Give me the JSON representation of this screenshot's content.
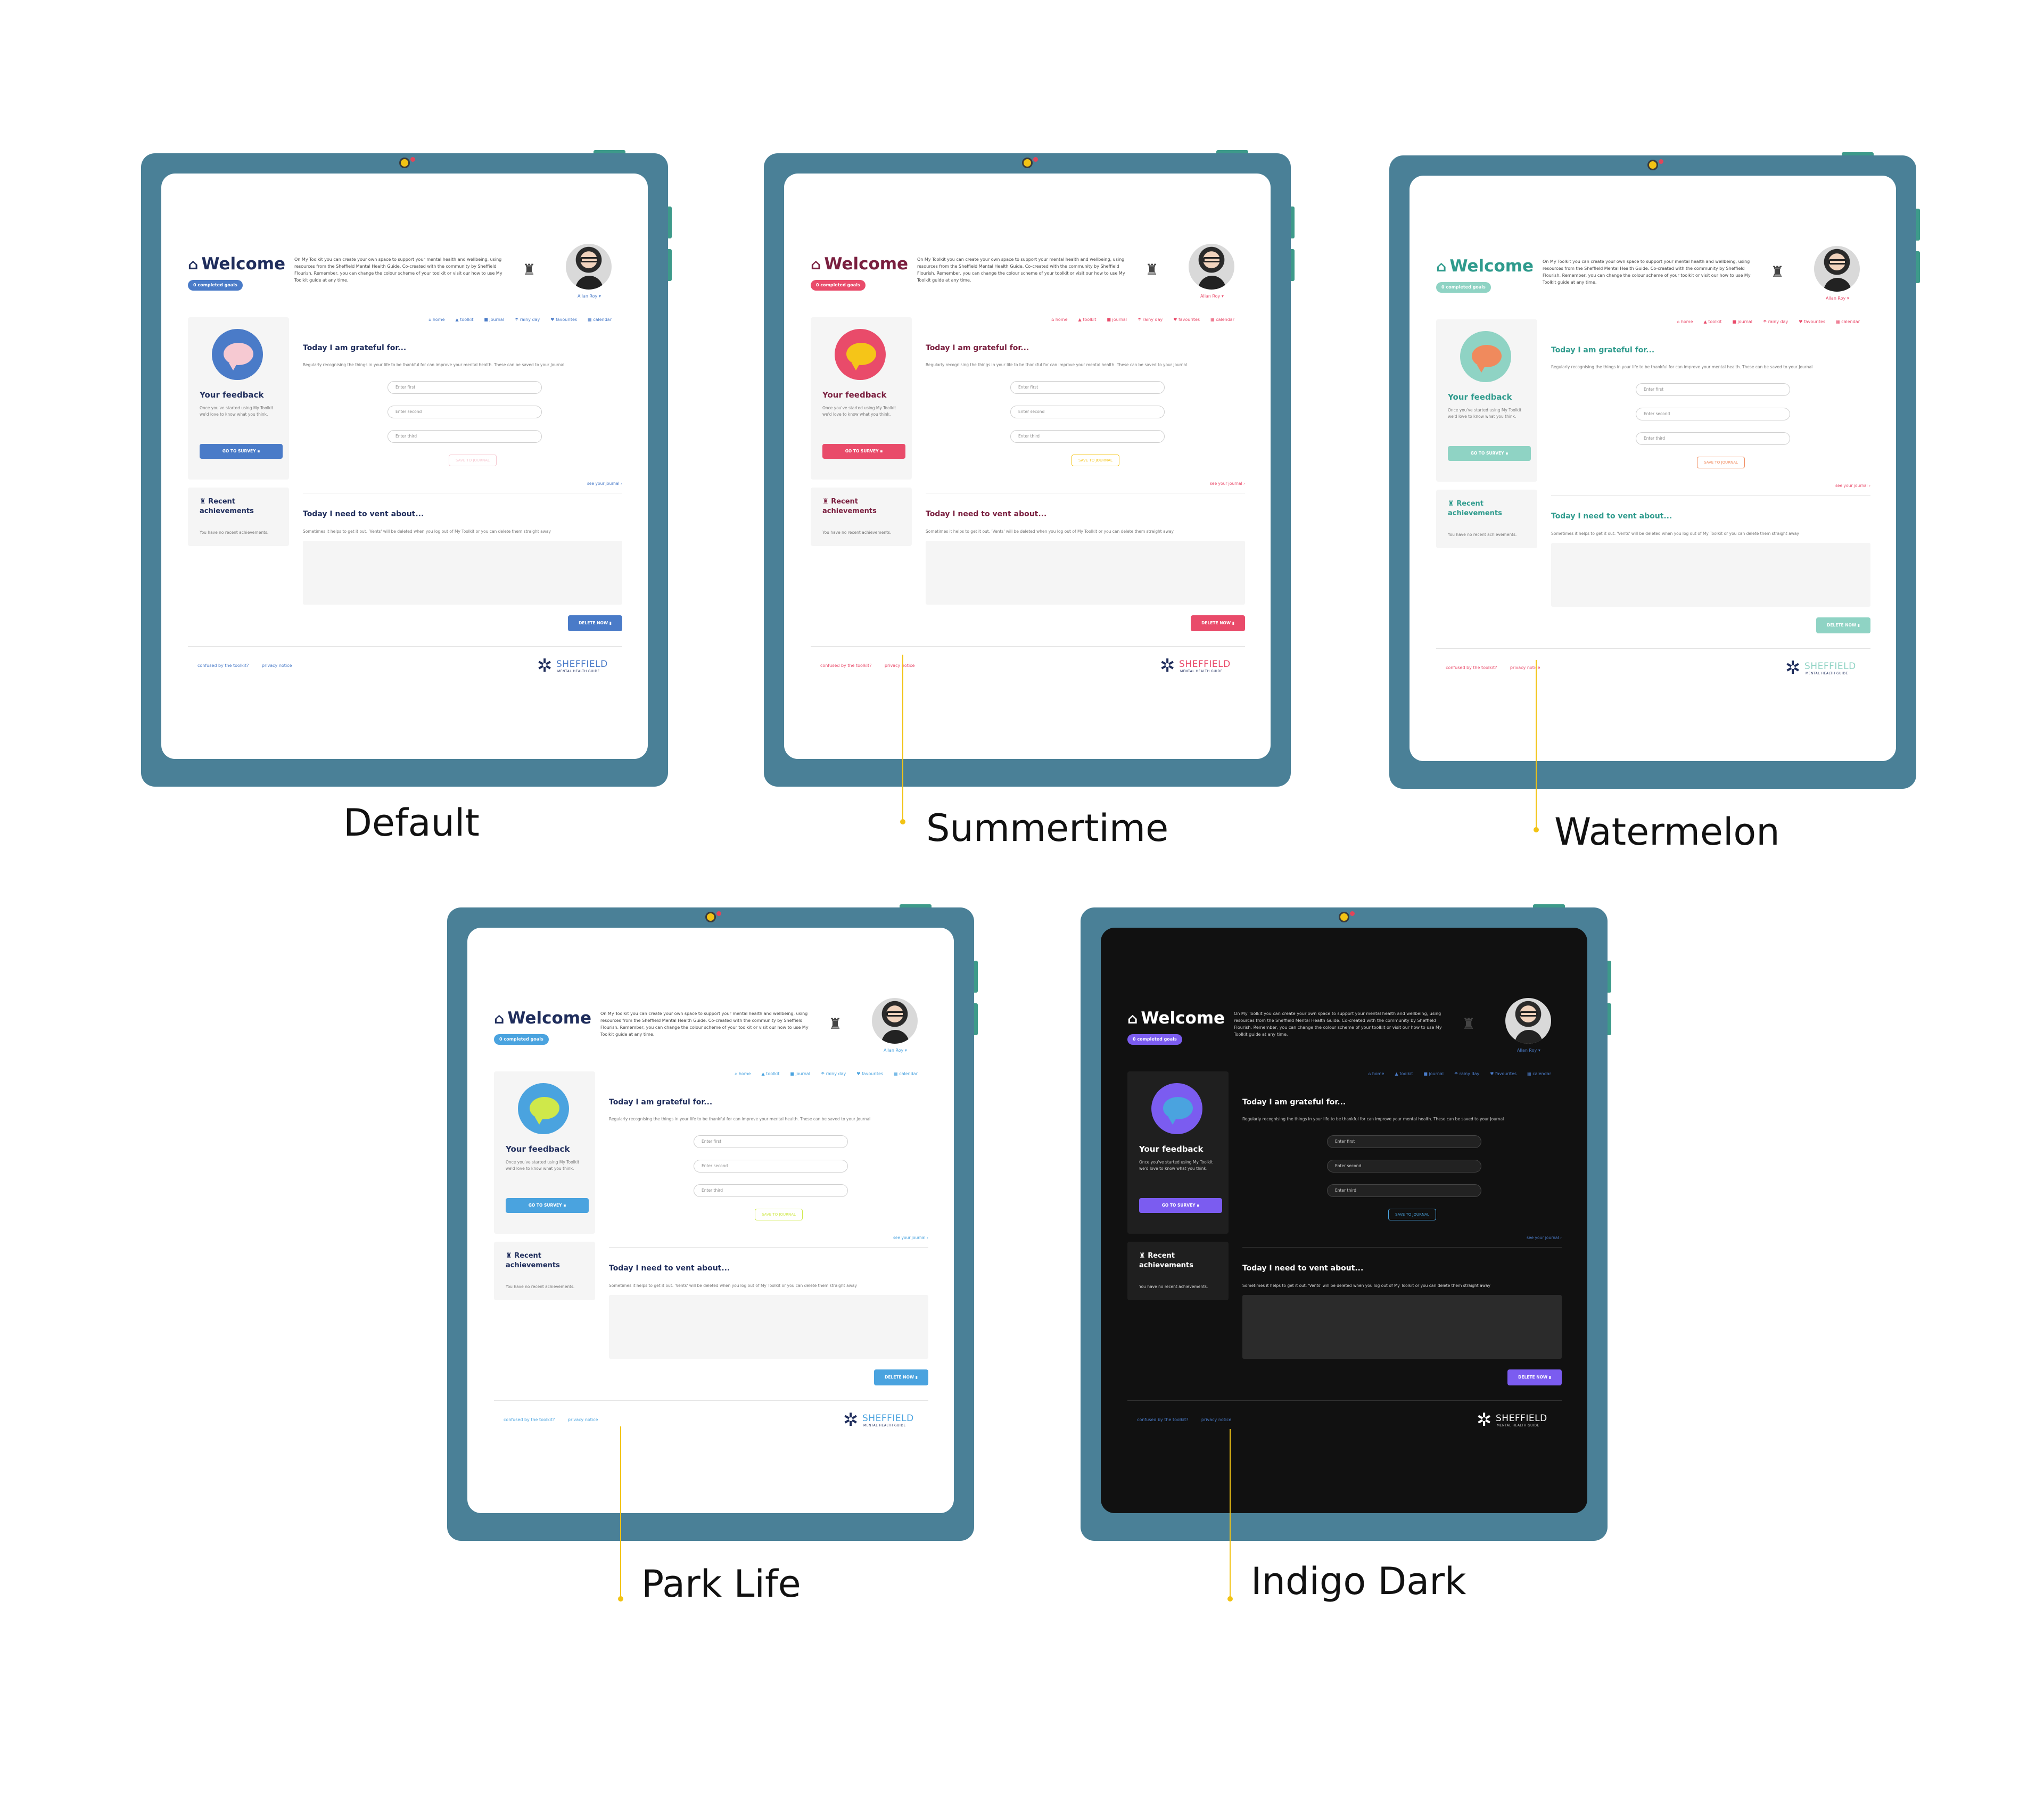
{
  "common": {
    "welcome": "Welcome",
    "goals_badge": "0 completed goals",
    "intro": "On My Toolkit you can create your own space to support your mental health and wellbeing, using resources from the Sheffield Mental Health Guide. Co-created with the community by Sheffield Flourish. Remember, you can change the colour scheme of your toolkit or visit our how to use My Toolkit guide at any time.",
    "user_name": "Allan Roy",
    "nav": [
      "home",
      "toolkit",
      "journal",
      "rainy day",
      "favourites",
      "calendar"
    ],
    "feedback_title": "Your feedback",
    "feedback_text": "Once you've started using My Toolkit we'd love to know what you think.",
    "survey_button": "GO TO SURVEY",
    "achievements_title_1": "Recent",
    "achievements_title_2": "achievements",
    "achievements_text": "You have no recent achievements.",
    "grateful_title": "Today I am grateful for...",
    "grateful_text": "Regularly recognising the things in your life to be thankful for can improve your mental health. These can be saved to your Journal",
    "input_first": "Enter first",
    "input_second": "Enter second",
    "input_third": "Enter third",
    "save_button": "SAVE TO JOURNAL",
    "see_journal": "see your journal",
    "vent_title": "Today I need to vent about...",
    "vent_text": "Sometimes it helps to get it out. 'Vents' will be deleted when you log out of My Toolkit or you can delete them straight away",
    "delete_button": "DELETE NOW",
    "footer_confused": "confused by the toolkit?",
    "footer_privacy": "privacy notice",
    "logo_word": "SHEFFIELD",
    "logo_sub": "MENTAL HEALTH GUIDE"
  },
  "themes": [
    {
      "label": "Default",
      "accent": "#4a7bc8",
      "bubble": "#4a7bc8",
      "bubble_inner": "#f6c9d2",
      "badge": "#4a7bc8",
      "link": "#4a7bc8"
    },
    {
      "label": "Summertime",
      "accent": "#e94b6a",
      "bubble": "#e94b6a",
      "bubble_inner": "#f5c518",
      "badge": "#e94b6a",
      "link": "#e94b6a"
    },
    {
      "label": "Watermelon",
      "accent": "#8fd3c4",
      "bubble": "#8fd3c4",
      "bubble_inner": "#f08a5d",
      "badge": "#8fd3c4",
      "link": "#e94b6a"
    },
    {
      "label": "Park Life",
      "accent": "#4aa3df",
      "bubble": "#4aa3df",
      "bubble_inner": "#cfe84a",
      "badge": "#4aa3df",
      "link": "#4aa3df"
    },
    {
      "label": "Indigo Dark",
      "accent": "#7b5cf0",
      "bubble": "#7b5cf0",
      "bubble_inner": "#4aa3df",
      "badge": "#7b5cf0",
      "link": "#4a7bc8"
    }
  ]
}
